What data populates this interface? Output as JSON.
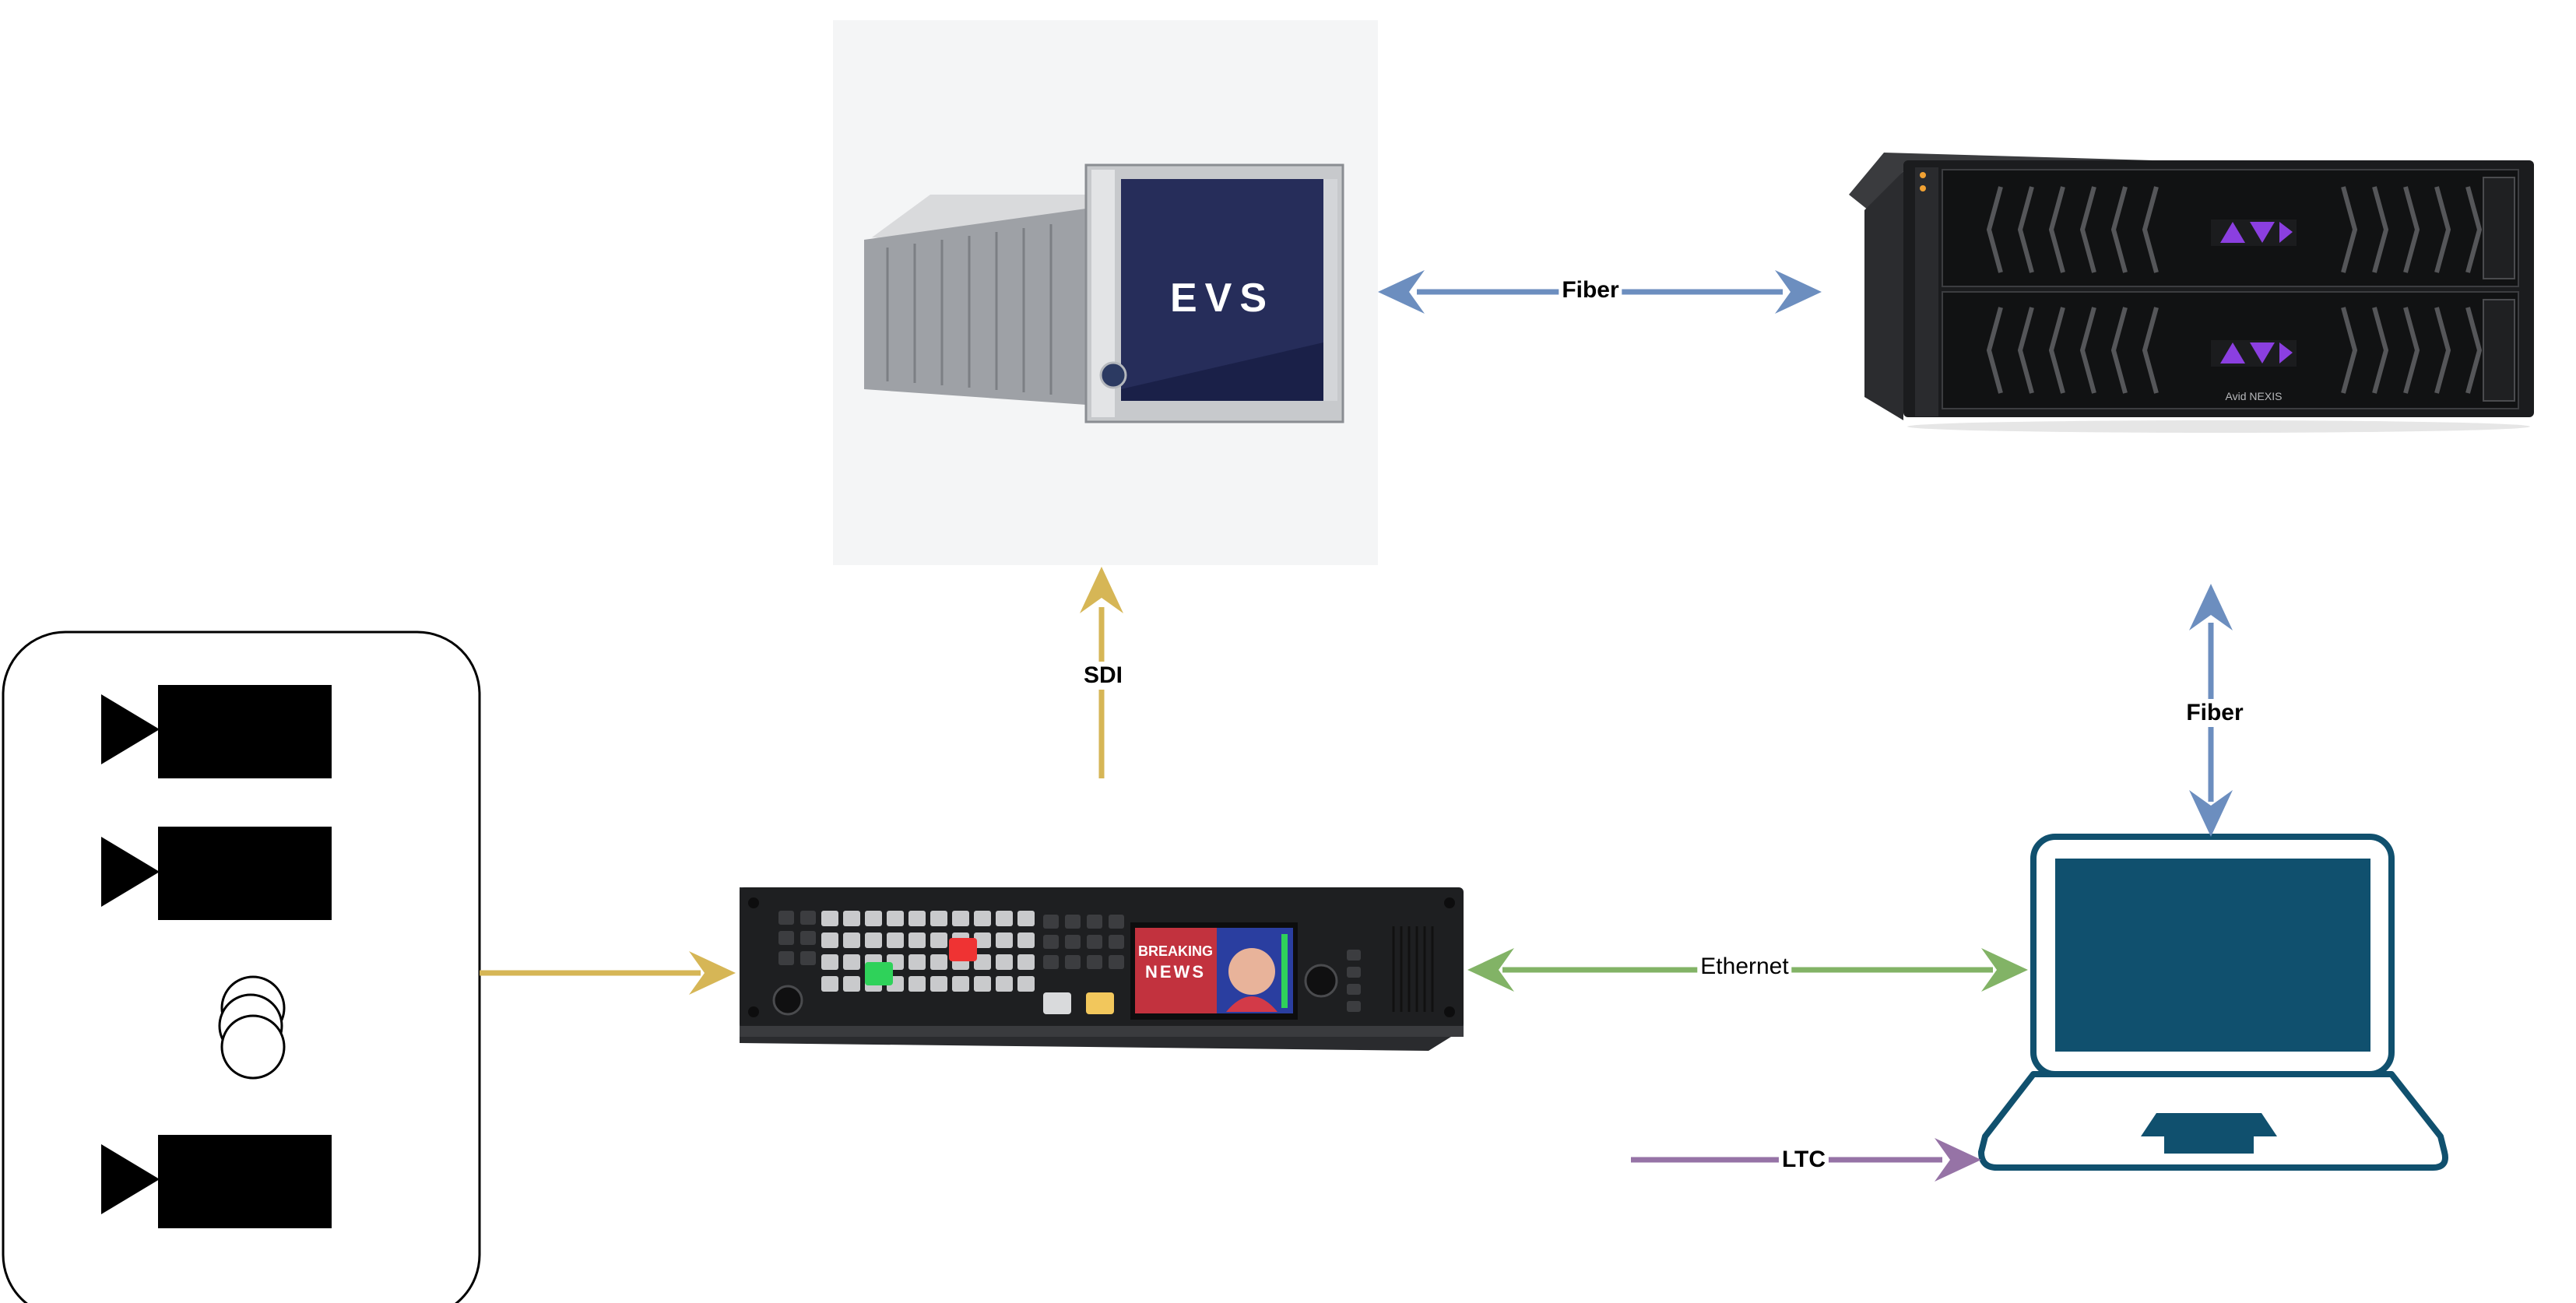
{
  "colors": {
    "sdi": "#d6b656",
    "fiber": "#6c8ebf",
    "ethernet": "#82b366",
    "ltc": "#9673a6",
    "laptop": "#10506e"
  },
  "devices": {
    "evs_server": {
      "brand_text": "EVS",
      "icon": "evs-server-image"
    },
    "nexis_storage": {
      "brand_text": "Avid NEXIS",
      "logo_text": "AVID",
      "icon": "avid-nexis-image"
    },
    "switcher": {
      "screen_line1": "BREAKING",
      "screen_line2": "NEWS",
      "icon": "video-switcher-image"
    },
    "laptop": {
      "icon": "laptop-icon"
    },
    "camera_group": {
      "icons": [
        "video-camera-icon",
        "video-camera-icon",
        "reel-icon",
        "video-camera-icon"
      ]
    }
  },
  "connections": {
    "evs_nexis": {
      "label": "Fiber"
    },
    "switcher_evs": {
      "label": "SDI"
    },
    "nexis_laptop": {
      "label": "Fiber"
    },
    "switcher_laptop": {
      "label": "Ethernet"
    },
    "ltc_in": {
      "label": "LTC"
    }
  }
}
